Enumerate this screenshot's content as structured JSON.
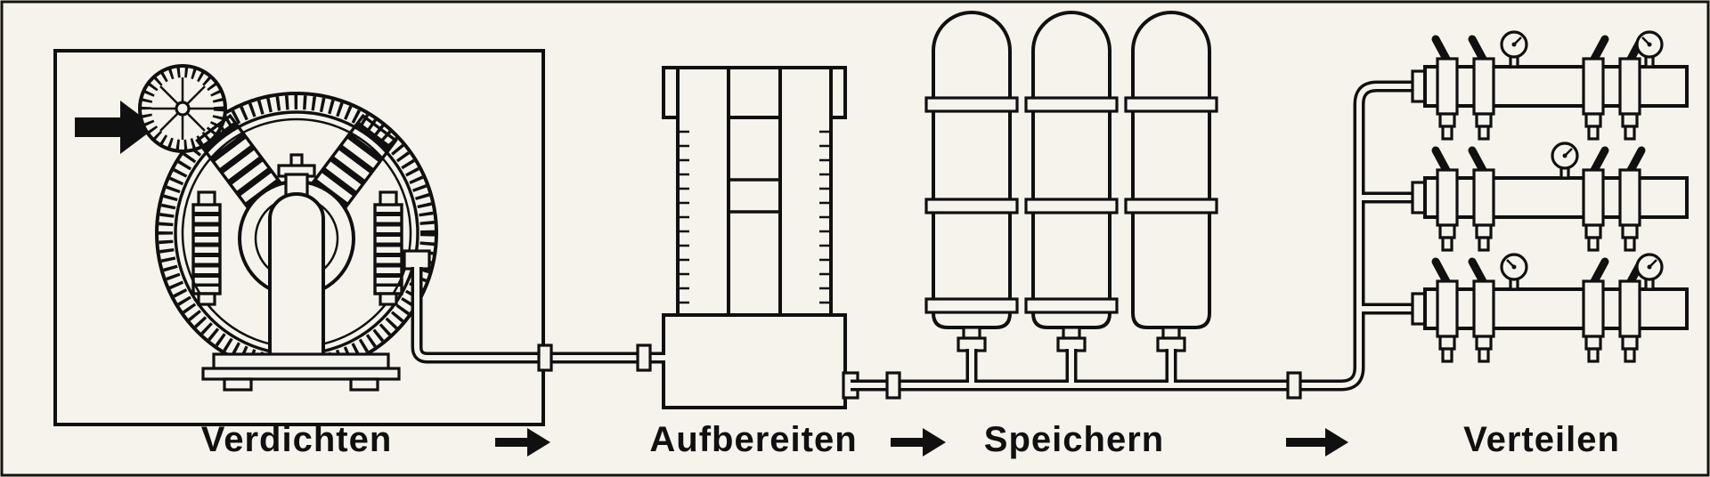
{
  "diagram": {
    "stages": [
      {
        "id": "verdichten",
        "label": "Verdichten",
        "illustration": "piston-compressor"
      },
      {
        "id": "aufbereiten",
        "label": "Aufbereiten",
        "illustration": "air-treatment-dryer"
      },
      {
        "id": "speichern",
        "label": "Speichern",
        "illustration": "storage-tanks"
      },
      {
        "id": "verteilen",
        "label": "Verteilen",
        "illustration": "distribution-manifolds"
      }
    ],
    "flow_arrow_glyph": "→",
    "colors": {
      "paper": "#f5f3ec",
      "ink": "#101010"
    },
    "counts": {
      "storage_tanks": 3,
      "manifolds": 3,
      "valves_per_manifold": 4
    }
  }
}
